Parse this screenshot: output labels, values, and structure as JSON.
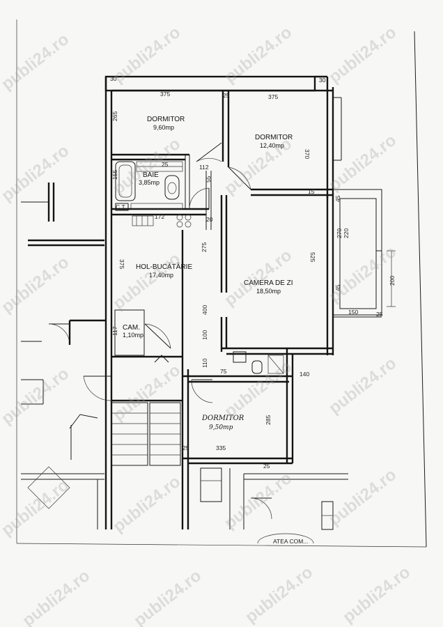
{
  "rooms": {
    "dormitor1": {
      "name": "DORMITOR",
      "area": "9,60mp"
    },
    "dormitor2": {
      "name": "DORMITOR",
      "area": "12,40mp"
    },
    "baie": {
      "name": "BAIE",
      "area": "3,85mp"
    },
    "hol": {
      "name": "HOL-BUCĂTĂRIE",
      "area": "17,40mp"
    },
    "camera": {
      "name": "CAMERA DE ZI",
      "area": "18,50mp"
    },
    "cam": {
      "name": "CAM.",
      "area": "1,10mp"
    },
    "dormitor3": {
      "name": "DORMITOR",
      "area": "9,50mp"
    }
  },
  "labels": {
    "ct": "C.T."
  },
  "dimensions": {
    "d375a": "375",
    "d375b": "375",
    "d265": "265",
    "d370": "370",
    "d155": "155",
    "d112": "112",
    "d55": "55",
    "d172": "172",
    "d375c": "375",
    "d275": "275",
    "d525": "525",
    "d270": "270",
    "d220": "220",
    "d200": "200",
    "d150": "150",
    "d400": "400",
    "d117": "117",
    "d100": "100",
    "d140": "140",
    "d110": "110",
    "d285": "285",
    "d335": "335",
    "d30": "30",
    "d25": "25",
    "d15": "15",
    "d45": "45",
    "d20": "20",
    "d75": "75"
  },
  "watermark": "publi24.ro",
  "stamp_text": "ATEA COM..."
}
